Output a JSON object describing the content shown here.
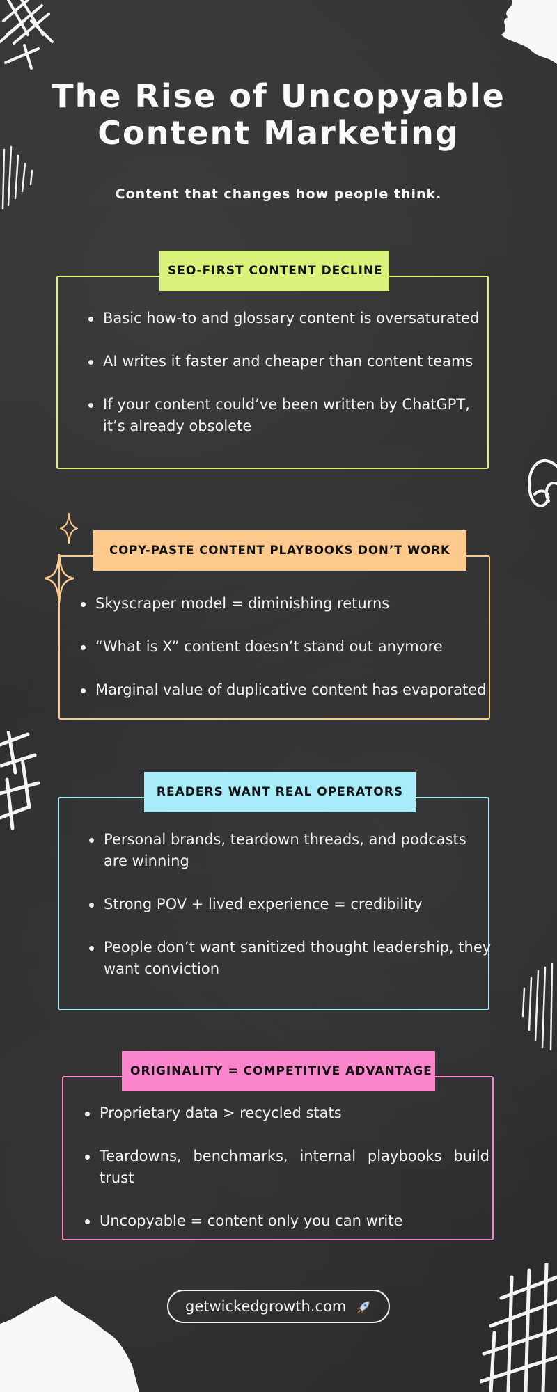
{
  "title_line1": "The Rise of Uncopyable",
  "title_line2": "Content Marketing",
  "subtitle": "Content that changes how people think.",
  "sections": [
    {
      "label": "SEO-FIRST CONTENT DECLINE",
      "color": "#d8f27a",
      "bullets": [
        "Basic how-to and glossary content is oversaturated",
        "AI writes it faster and cheaper than content teams",
        "If your content could’ve been written by ChatGPT, it’s already obsolete"
      ]
    },
    {
      "label": "COPY-PASTE CONTENT PLAYBOOKS DON’T WORK",
      "color": "#fdc98c",
      "bullets": [
        "Skyscraper model = diminishing returns",
        "“What is X” content doesn’t stand out anymore",
        "Marginal value of duplicative content has evaporated"
      ]
    },
    {
      "label": "READERS WANT REAL OPERATORS",
      "color": "#a8ecfa",
      "bullets": [
        "Personal brands, teardown threads, and podcasts are winning",
        "Strong POV + lived experience = credibility",
        "People don’t want sanitized thought leadership, they want conviction"
      ]
    },
    {
      "label": "ORIGINALITY = COMPETITIVE ADVANTAGE",
      "color": "#fb85cc",
      "bullets": [
        "Proprietary data > recycled stats",
        "Teardowns, benchmarks, internal playbooks build trust",
        "Uncopyable = content only you can write"
      ]
    }
  ],
  "footer": {
    "url": "getwickedgrowth.com",
    "icon": "rocket-icon"
  },
  "colors": {
    "background": "#2f2f2f",
    "text": "#f2f2f2"
  }
}
